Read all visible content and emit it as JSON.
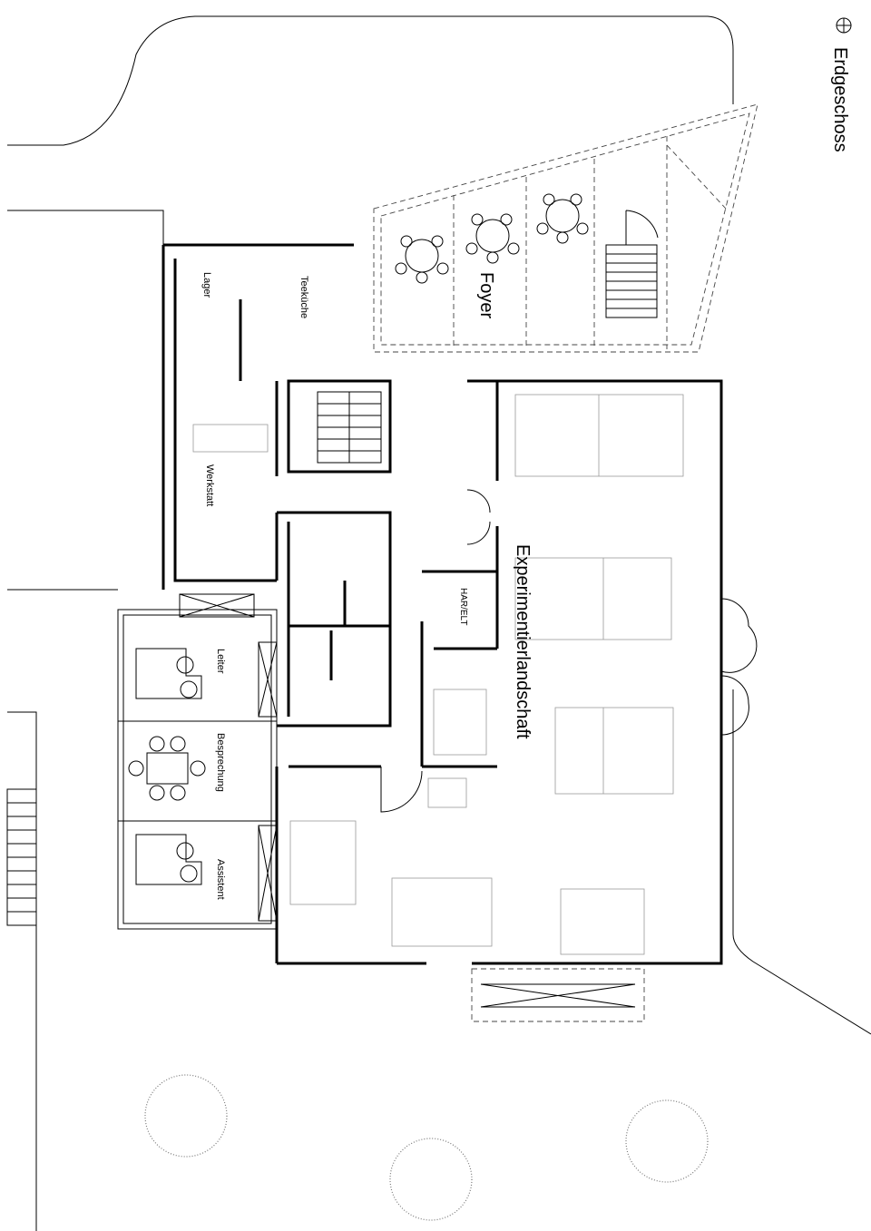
{
  "drawing": {
    "title": "Erdgeschoss",
    "north_icon": "north-arrow-icon"
  },
  "rooms": {
    "foyer": "Foyer",
    "lager": "Lager",
    "teekueche": "Teeküche",
    "werkstatt": "Werkstatt",
    "experimentierlandschaft": "Experimentierlandschaft",
    "har_elt": "HAR/ELT",
    "leiter": "Leiter",
    "besprechung": "Besprechung",
    "assistent": "Assistent"
  },
  "colors": {
    "line": "#000000",
    "background": "#ffffff"
  }
}
